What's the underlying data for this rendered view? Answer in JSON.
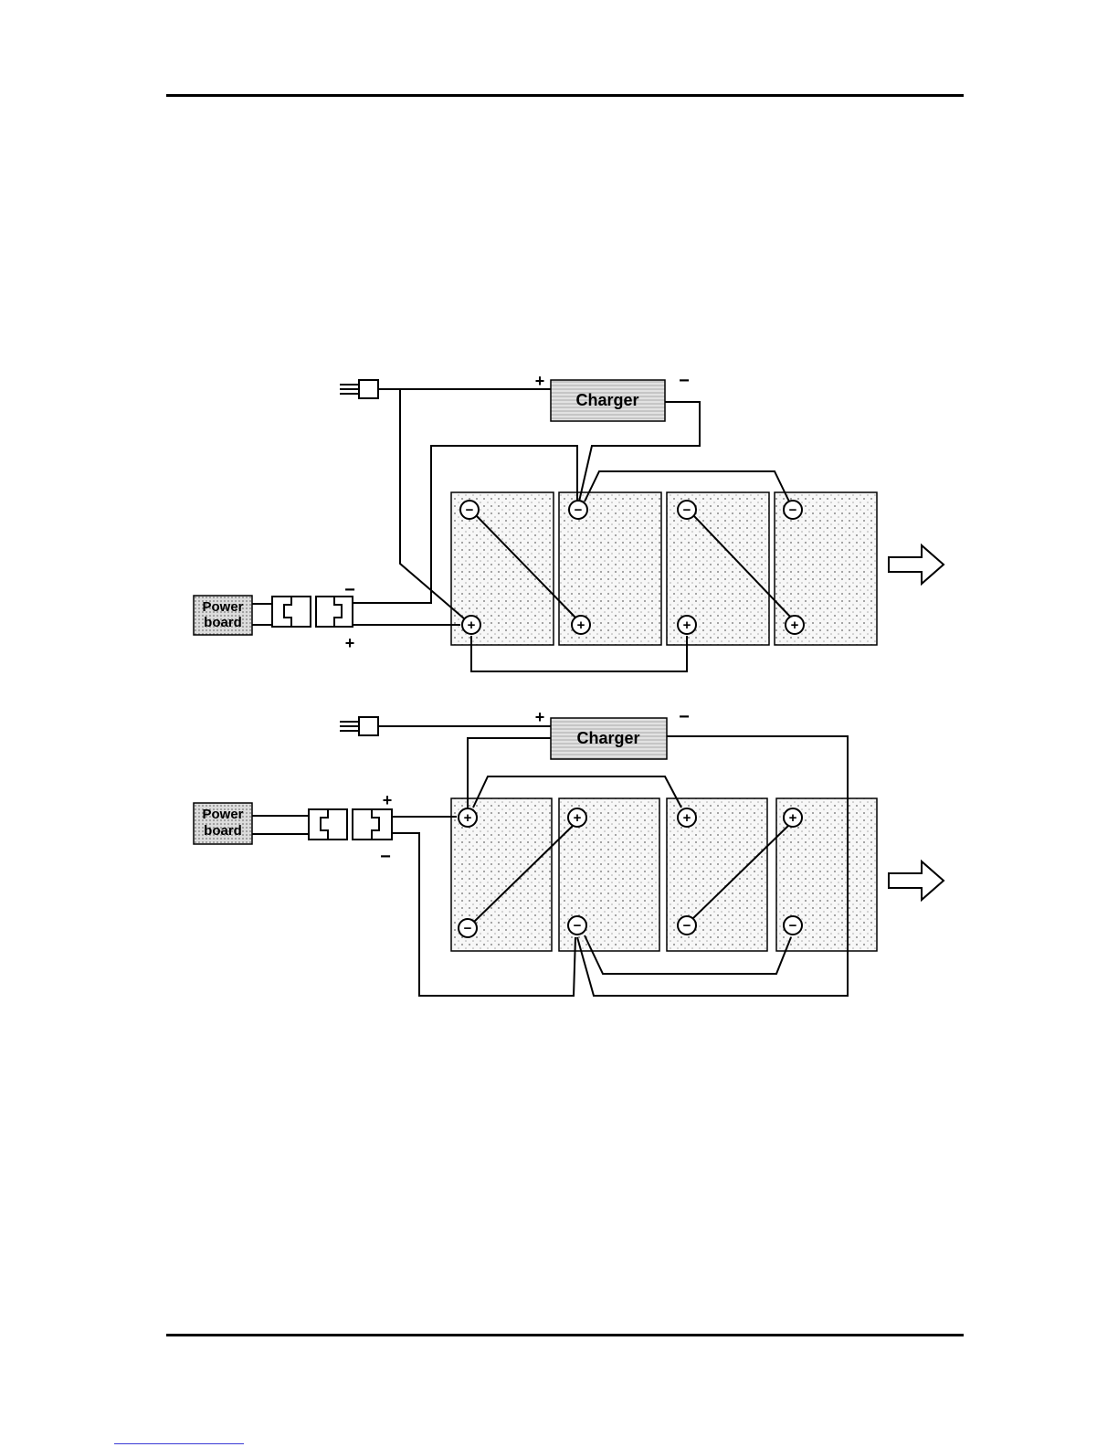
{
  "diagrams": [
    {
      "charger_label": "Charger",
      "charger_plus": "+",
      "charger_minus": "−",
      "power_board_line1": "Power",
      "power_board_line2": "board",
      "connector_minus": "−",
      "connector_plus": "+",
      "terminals_top": [
        "−",
        "−",
        "−",
        "−"
      ],
      "terminals_bottom": [
        "+",
        "+",
        "+",
        "+"
      ]
    },
    {
      "charger_label": "Charger",
      "charger_plus": "+",
      "charger_minus": "−",
      "power_board_line1": "Power",
      "power_board_line2": "board",
      "connector_plus": "+",
      "connector_minus": "−",
      "terminals_top": [
        "+",
        "+",
        "+",
        "+"
      ],
      "terminals_bottom": [
        "−",
        "−",
        "−",
        "−"
      ]
    }
  ],
  "colors": {
    "line": "#000000",
    "battery_fill": "#f4f4f4",
    "charger_fill": "#d9d9d9"
  }
}
